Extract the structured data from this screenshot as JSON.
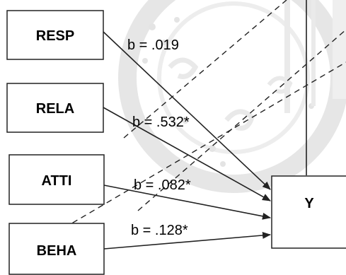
{
  "diagram": {
    "predictors": [
      {
        "id": "resp",
        "label": "RESP",
        "coefficient": "b = .019"
      },
      {
        "id": "rela",
        "label": "RELA",
        "coefficient": "b = .532*"
      },
      {
        "id": "atti",
        "label": "ATTI",
        "coefficient": "b = .082*"
      },
      {
        "id": "beha",
        "label": "BEHA",
        "coefficient": "b = .128*"
      }
    ],
    "outcome": {
      "id": "y",
      "label": "Y"
    }
  },
  "colors": {
    "line": "#222222",
    "text": "#000000",
    "watermark": "#c8c8c8",
    "watermark_fill": "#e2e2e2"
  }
}
